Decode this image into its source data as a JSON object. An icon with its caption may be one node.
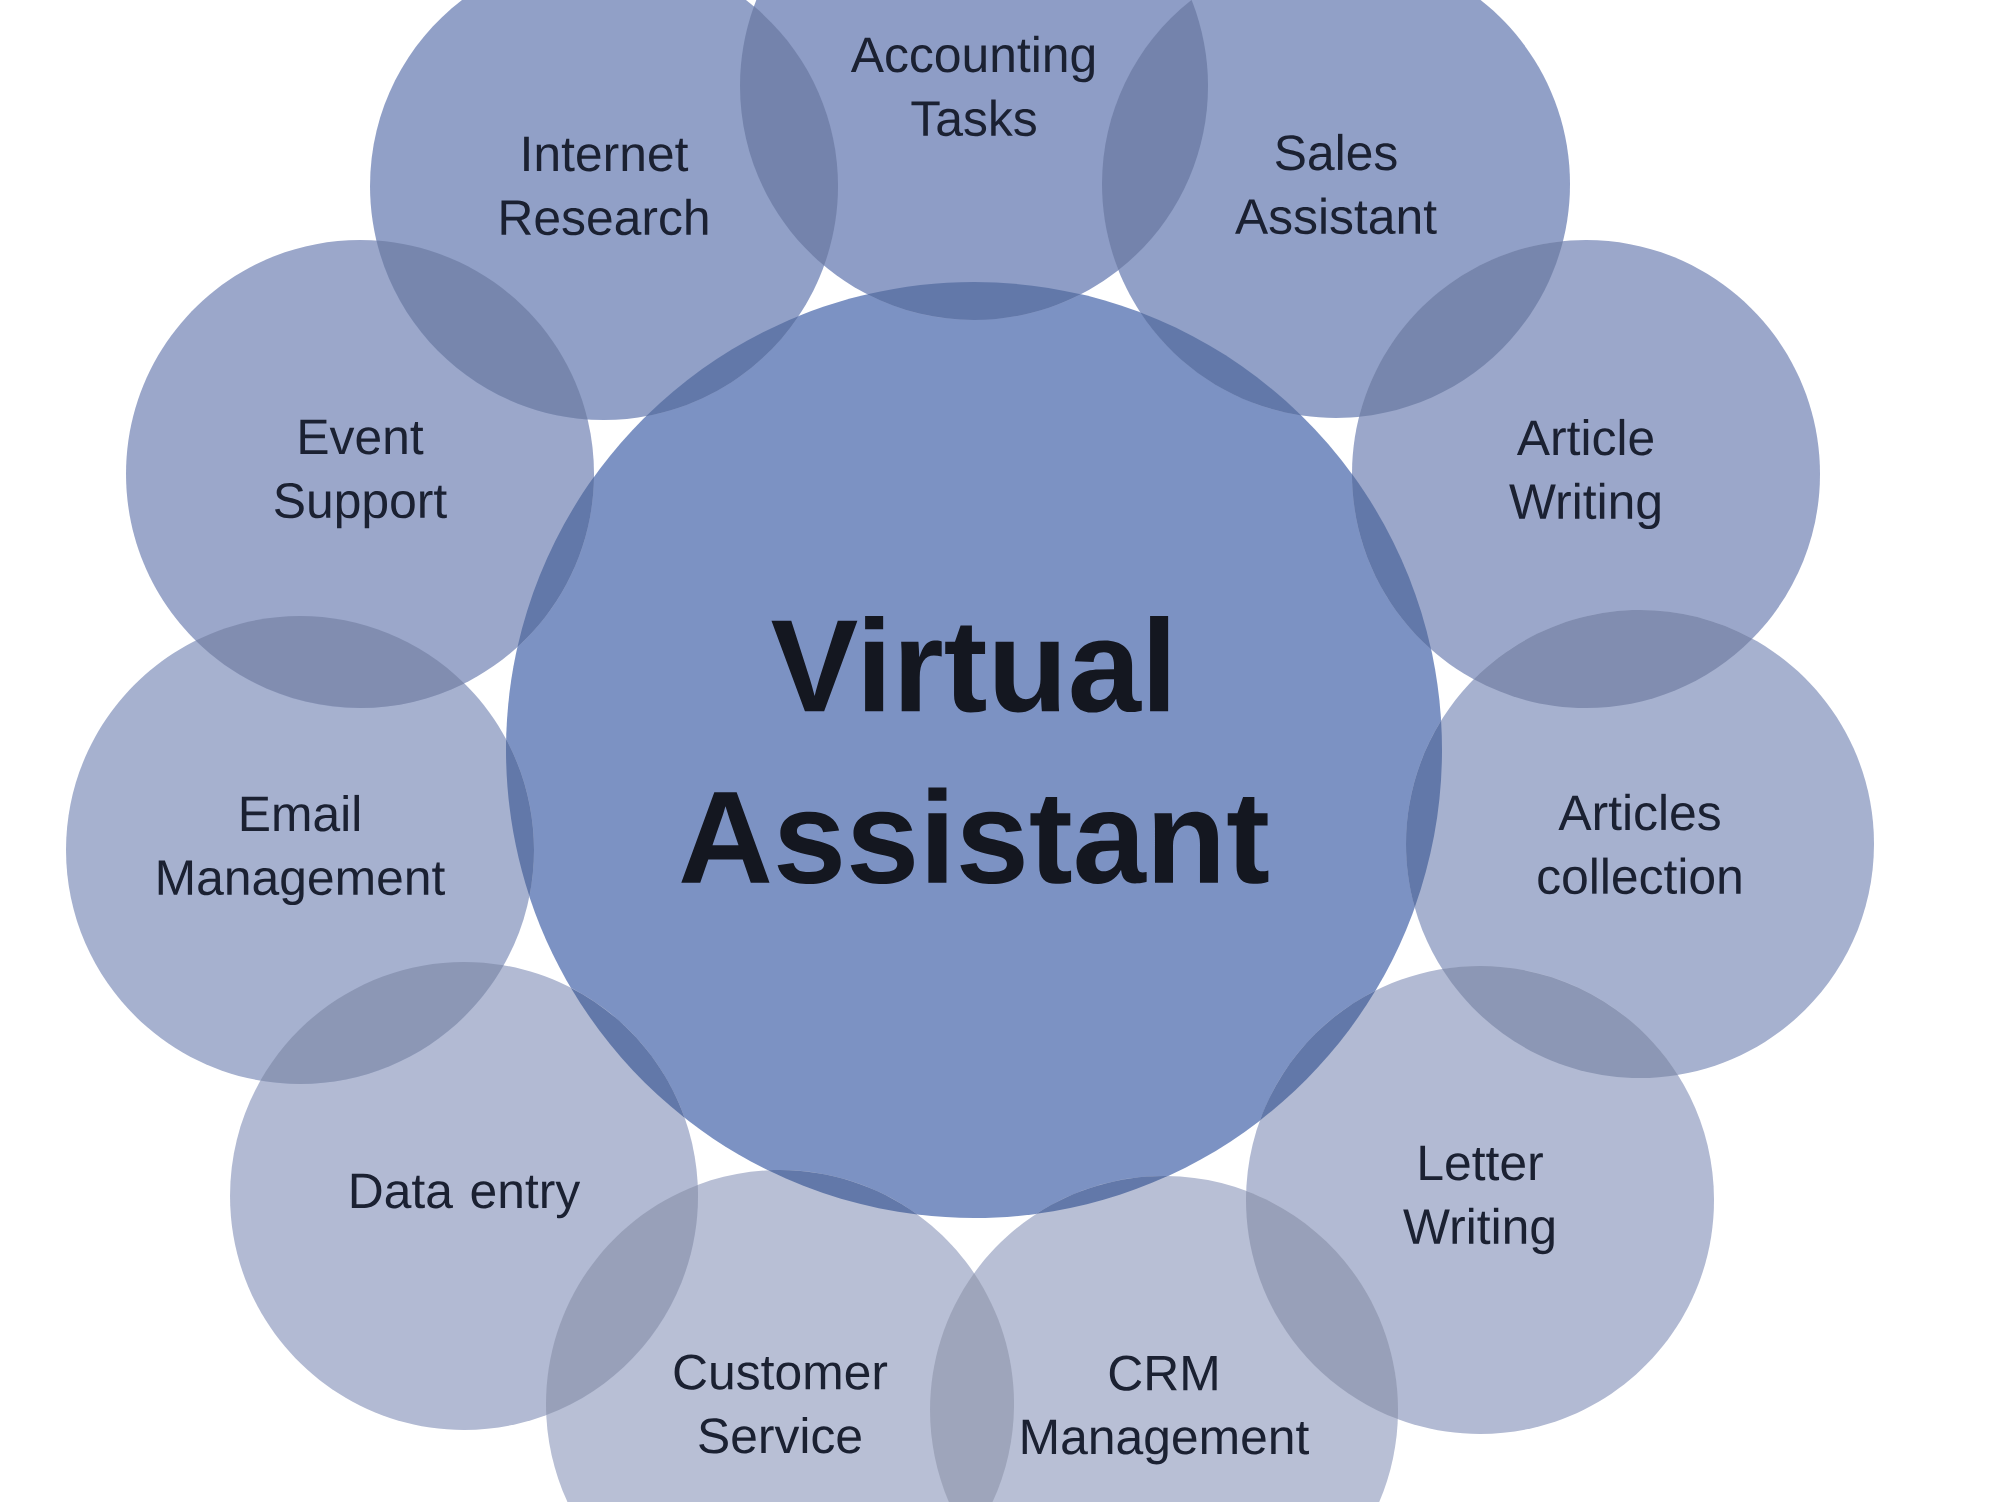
{
  "diagram": {
    "nodes": [
      {
        "text": [
          "Virtual Assistant"
        ]
      },
      {
        "text": [
          "Accounting Tasks"
        ]
      },
      {
        "text": [
          "Sales Assistant"
        ]
      },
      {
        "text": [
          "Article Writing"
        ]
      },
      {
        "text": [
          "Articles collection"
        ]
      },
      {
        "text": [
          "Letter Writing"
        ]
      },
      {
        "text": [
          "CRM Management"
        ]
      },
      {
        "text": [
          "Customer Service"
        ]
      },
      {
        "text": [
          "Data entry"
        ]
      },
      {
        "text": [
          "Email Management"
        ]
      },
      {
        "text": [
          "Event Support"
        ]
      },
      {
        "text": [
          "Internet Research"
        ]
      }
    ]
  }
}
